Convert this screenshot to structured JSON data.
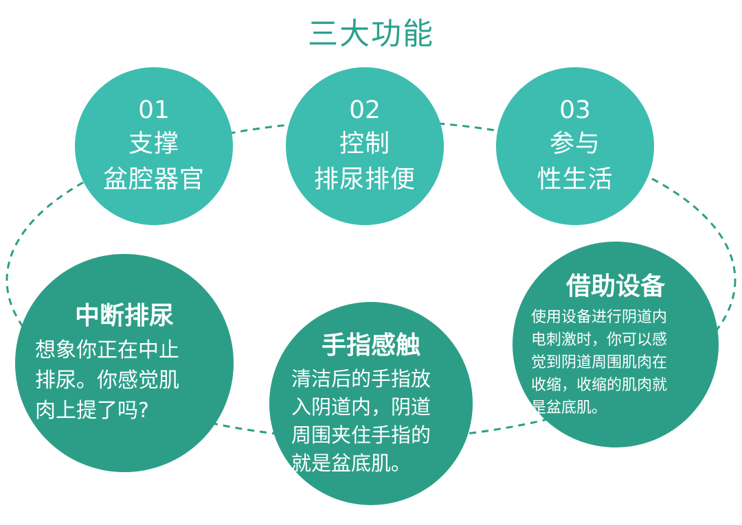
{
  "title": "三大功能",
  "colors": {
    "title": "#2aa18e",
    "top_circle": "#3cbdb0",
    "bottom_circle": "#2c9e88",
    "dashed_ring": "#2c9e88",
    "text_on_circle": "#ffffff"
  },
  "functions": [
    {
      "number": "01",
      "line1": "支撑",
      "line2": "盆腔器官"
    },
    {
      "number": "02",
      "line1": "控制",
      "line2": "排尿排便"
    },
    {
      "number": "03",
      "line1": "参与",
      "line2": "性生活"
    }
  ],
  "methods": [
    {
      "heading": "中断排尿",
      "lines": [
        "想象你正在中止",
        "排尿。你感觉肌",
        "肉上提了吗?"
      ]
    },
    {
      "heading": "手指感触",
      "lines": [
        "清洁后的手指放",
        "入阴道内，阴道",
        "周围夹住手指的",
        "就是盆底肌。"
      ]
    },
    {
      "heading": "借助设备",
      "lines": [
        "使用设备进行阴道内",
        "电刺激时，你可以感",
        "觉到阴道周围肌肉在",
        "收缩，收缩的肌肉就",
        "是盆底肌。"
      ]
    }
  ]
}
